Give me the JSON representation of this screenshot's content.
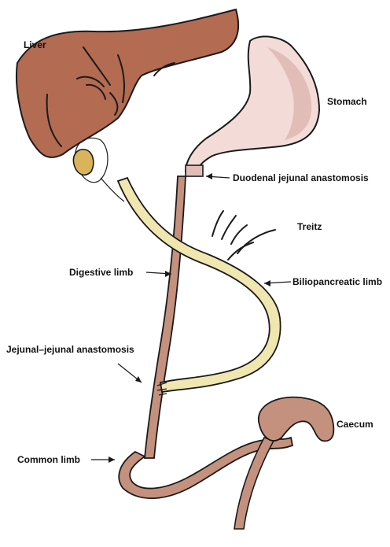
{
  "labels": {
    "liver": "Liver",
    "stomach": "Stomach",
    "duodenal_jejunal_anastomosis": "Duodenal jejunal anastomosis",
    "treitz": "Treitz",
    "digestive_limb": "Digestive limb",
    "biliopancreatic_limb": "Biliopancreatic limb",
    "jejunal_jejunal_anastomosis": "Jejunal–jejunal anastomosis",
    "caecum": "Caecum",
    "common_limb": "Common limb"
  },
  "colors": {
    "liver": "#b36b52",
    "liver_highlight": "#c98a72",
    "stomach": "#f3dcd8",
    "stomach_shade": "#e2bdb8",
    "gallbladder": "#d9b45a",
    "biliopancreatic_limb": "#efe6b0",
    "small_bowel": "#c4917e",
    "caecum": "#c4917e",
    "outline": "#1a1a1a"
  }
}
